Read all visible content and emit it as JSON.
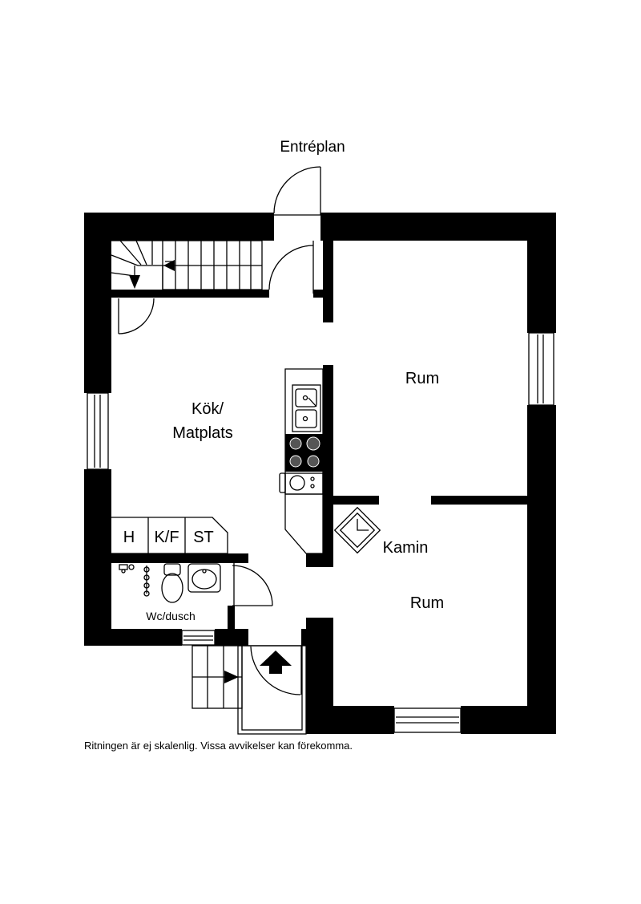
{
  "plan": {
    "level_title": "Entréplan",
    "rooms": {
      "kitchen_line1": "Kök/",
      "kitchen_line2": "Matplats",
      "room_upper": "Rum",
      "room_lower": "Rum",
      "fireplace": "Kamin",
      "bathroom": "Wc/dusch"
    },
    "closets": {
      "h": "H",
      "kf": "K/F",
      "st": "ST"
    },
    "disclaimer": "Ritningen är ej skalenlig. Vissa avvikelser kan förekomma."
  },
  "icons": [
    "door-swing-icon",
    "stairs-icon",
    "sink-icon",
    "stove-icon",
    "toilet-icon",
    "washbasin-icon",
    "fireplace-icon",
    "entrance-arrow-icon",
    "window-icon"
  ],
  "colors": {
    "wall": "#000000",
    "background": "#ffffff"
  }
}
